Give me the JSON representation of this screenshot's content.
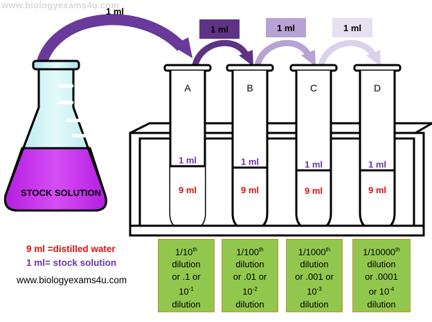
{
  "watermark": "www.biologyexams4u.com",
  "flask": {
    "label": "STOCK SOLUTION"
  },
  "arrows": {
    "main": "1 ml",
    "a_to_b": "1 ml",
    "b_to_c": "1 ml",
    "c_to_d": "1 ml"
  },
  "tubes": [
    {
      "letter": "A",
      "top_label": "1 ml",
      "bottom_label": "9 ml"
    },
    {
      "letter": "B",
      "top_label": "1 ml",
      "bottom_label": "9 ml"
    },
    {
      "letter": "C",
      "top_label": "1 ml",
      "bottom_label": "9 ml"
    },
    {
      "letter": "D",
      "top_label": "1 ml",
      "bottom_label": "9 ml"
    }
  ],
  "legend": {
    "water": "9 ml =distilled water",
    "stock": "1 ml= stock solution",
    "website": "www.biologyexams4u.com"
  },
  "dilutions": [
    {
      "fraction": "1/10",
      "fraction_sup": "th",
      "line2": "dilution",
      "line3": "or .1 or",
      "exp_base": "10",
      "exp": "-1",
      "line5": "dilution"
    },
    {
      "fraction": "1/100",
      "fraction_sup": "th",
      "line2": "dilution",
      "line3": "or .01 or",
      "exp_base": "10",
      "exp": "-2",
      "line5": "dilution"
    },
    {
      "fraction": "1/1000",
      "fraction_sup": "th",
      "line2": "dilution",
      "line3": "or .001 or",
      "exp_base": "10",
      "exp": "-3",
      "line5": "dilution"
    },
    {
      "fraction": "1/10000",
      "fraction_sup": "th",
      "line2": "dilution",
      "line3": "or .0001",
      "exp_base": "or 10",
      "exp": "-4",
      "line5": "dilution"
    }
  ],
  "colors": {
    "liquid": "#cc33ee",
    "glass": "#bff0f0",
    "box_fill": "#92c74e",
    "arrow_dark": "#6a3a9a",
    "water_text": "#e01010",
    "stock_text": "#6e35a8"
  }
}
